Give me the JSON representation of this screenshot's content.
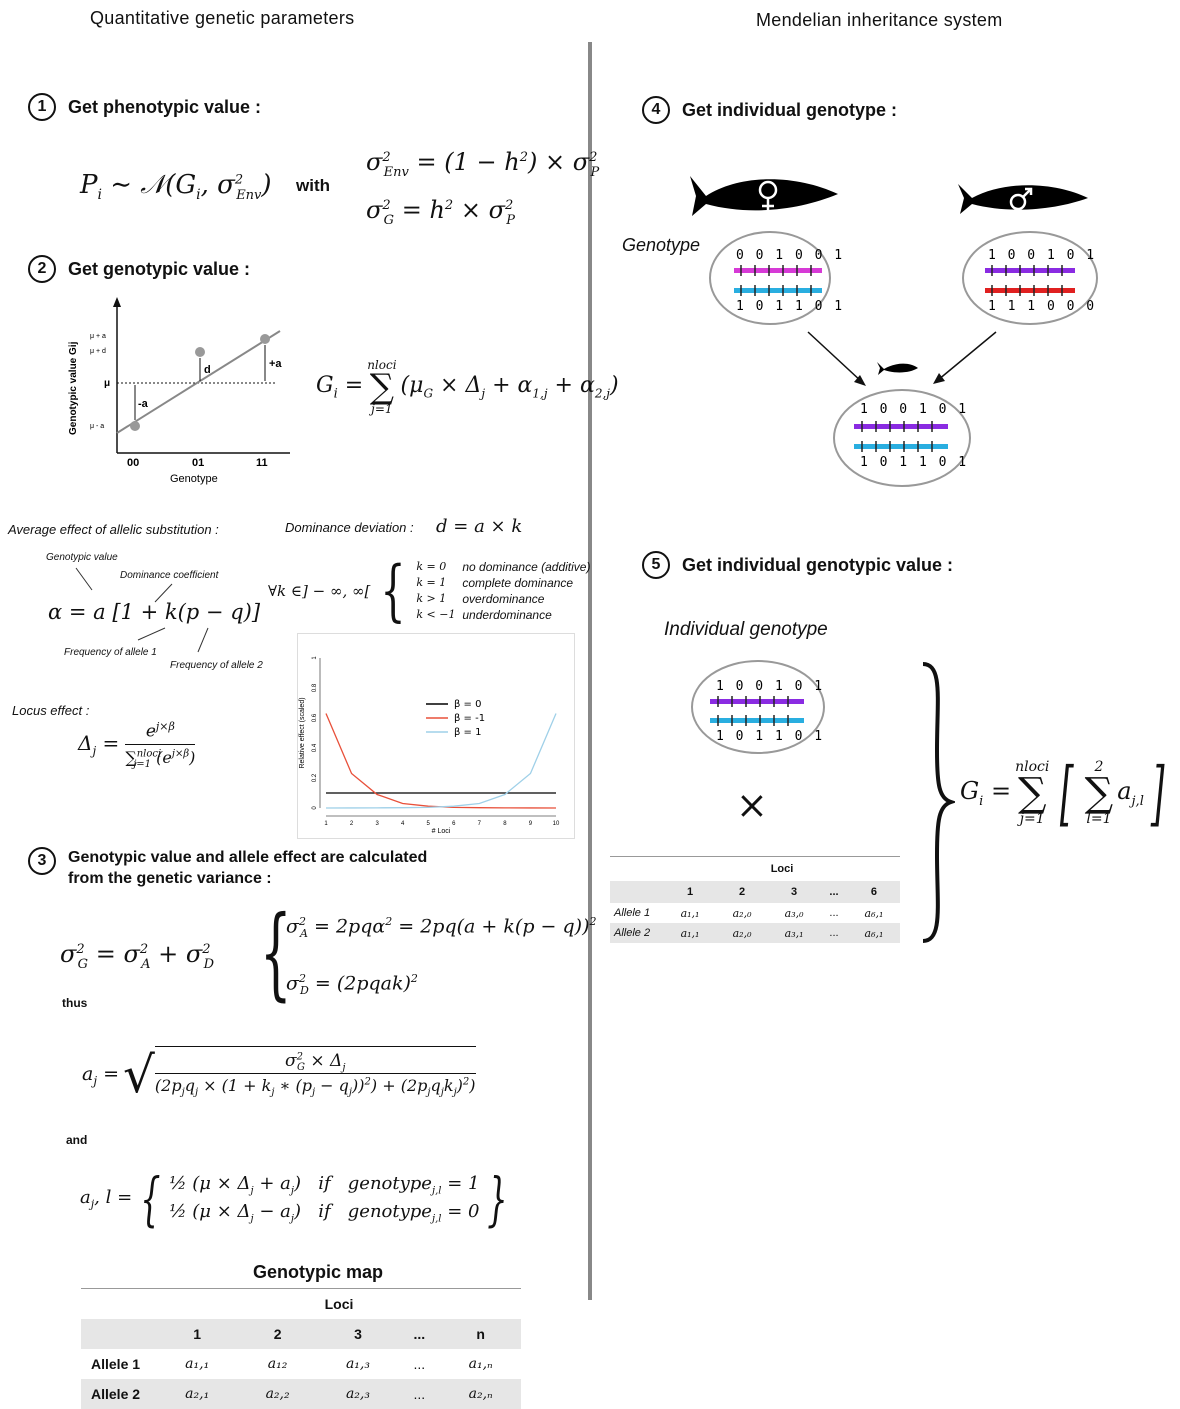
{
  "left_title": "Quantitative genetic parameters",
  "right_title": "Mendelian inheritance system",
  "steps": {
    "s1": {
      "num": "1",
      "title": "Get phenotypic value :"
    },
    "s2": {
      "num": "2",
      "title": "Get genotypic value :"
    },
    "s3": {
      "num": "3",
      "title": "Genotypic value and allele effect are calculated",
      "title2": "from the genetic variance :"
    },
    "s4": {
      "num": "4",
      "title": "Get individual genotype :"
    },
    "s5": {
      "num": "5",
      "title": "Get individual genotypic value :"
    }
  },
  "s1_words": {
    "with": "with"
  },
  "s3_words": {
    "thus": "thus",
    "and": "and"
  },
  "geno_plot": {
    "ylabel": "Genotypic value Gij",
    "xlabel": "Genotype",
    "xticks": [
      "00",
      "01",
      "11"
    ],
    "yticks": [
      "μ + a",
      "μ + d",
      "μ",
      "μ - a"
    ],
    "labels": {
      "plus_a": "+a",
      "minus_a": "-a",
      "d": "d"
    }
  },
  "annotations": {
    "avg_effect": "Average effect of allelic substitution :",
    "geno_value": "Genotypic value",
    "dom_coef": "Dominance coefficient",
    "freq1": "Frequency of allele 1",
    "freq2": "Frequency of allele 2",
    "dom_dev": "Dominance deviation :",
    "locus_effect": "Locus effect :",
    "dom_cases": [
      "no dominance (additive)",
      "complete dominance",
      "overdominance",
      "underdominance"
    ]
  },
  "chart_data": {
    "type": "line",
    "xlabel": "# Loci",
    "ylabel": "Relative effect (scaled)",
    "x": [
      1,
      2,
      3,
      4,
      5,
      6,
      7,
      8,
      9,
      10
    ],
    "ylim": [
      0,
      1
    ],
    "yticks": [
      "0",
      "0.2",
      "0.4",
      "0.6",
      "0.8",
      "1"
    ],
    "series": [
      {
        "name": "β = 0",
        "color": "#000000",
        "values": [
          0.1,
          0.1,
          0.1,
          0.1,
          0.1,
          0.1,
          0.1,
          0.1,
          0.1,
          0.1
        ]
      },
      {
        "name": "β = -1",
        "color": "#e8503a",
        "values": [
          0.63,
          0.23,
          0.09,
          0.03,
          0.012,
          0.004,
          0.002,
          0.001,
          0.0003,
          0.0001
        ]
      },
      {
        "name": "β = 1",
        "color": "#9fd0e8",
        "values": [
          0.0001,
          0.0003,
          0.001,
          0.002,
          0.004,
          0.012,
          0.03,
          0.09,
          0.23,
          0.63
        ]
      }
    ]
  },
  "genotypic_map": {
    "title": "Genotypic map",
    "loci_label": "Loci",
    "headers": [
      "1",
      "2",
      "3",
      "...",
      "n"
    ],
    "rows": [
      {
        "label": "Allele 1",
        "cells": [
          "a₁,₁",
          "a₁₂",
          "a₁,₃",
          "...",
          "a₁,ₙ"
        ]
      },
      {
        "label": "Allele 2",
        "cells": [
          "a₂,₁",
          "a₂,₂",
          "a₂,₃",
          "...",
          "a₂,ₙ"
        ]
      }
    ]
  },
  "genotype_label": "Genotype",
  "female_genotype": {
    "top": "0 0 1 0 0 1",
    "bottom": "1 0 1 1 0 1"
  },
  "male_genotype": {
    "top": "1 0 0 1 0 1",
    "bottom": "1 1 1 0 0 0"
  },
  "offspring_genotype": {
    "top": "1 0 0 1 0 1",
    "bottom": "1 0 1 1 0 1"
  },
  "individual_label": "Individual genotype",
  "individual_genotype": {
    "top": "1 0 0 1 0 1",
    "bottom": "1 0 1 1 0 1"
  },
  "times_symbol": "×",
  "small_map": {
    "loci_label": "Loci",
    "headers": [
      "1",
      "2",
      "3",
      "...",
      "6"
    ],
    "rows": [
      {
        "label": "Allele 1",
        "cells": [
          "a₁,₁",
          "a₂,₀",
          "a₃,₀",
          "...",
          "a₆,₁"
        ]
      },
      {
        "label": "Allele 2",
        "cells": [
          "a₁,₁",
          "a₂,₀",
          "a₃,₁",
          "...",
          "a₆,₁"
        ]
      }
    ]
  },
  "colors": {
    "magenta": "#d63ad6",
    "cyan": "#29aee0",
    "purple": "#8a2be2",
    "red": "#e02020",
    "separator": "#888888"
  }
}
